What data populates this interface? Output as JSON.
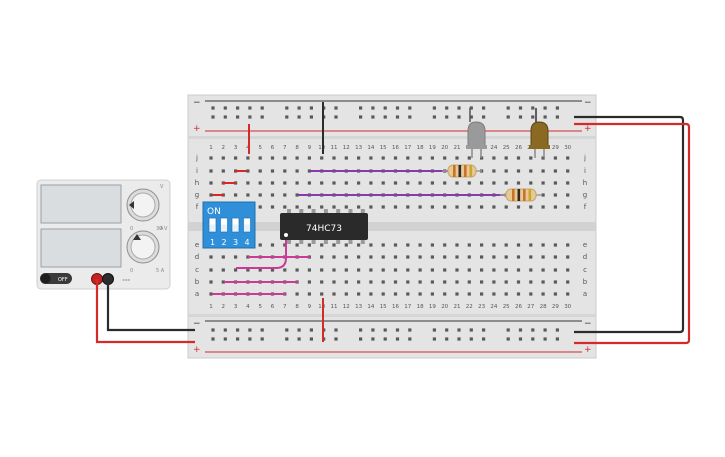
{
  "colors": {
    "board": "#e6e6e6",
    "board_edge": "#d0d0d0",
    "rail_red": "#d42a2a",
    "rail_black": "#333333",
    "hole": "#5a5a5a",
    "wire_red": "#d42a2a",
    "wire_black": "#2b2b2b",
    "wire_purple": "#8a3aa8",
    "wire_magenta": "#cc3a97",
    "dip_blue": "#2f8fd8",
    "chip": "#2a2a2a",
    "led_gray": "#9a9a9a",
    "led_amber": "#8a6a22",
    "psu_body": "#e9e9e9",
    "psu_screen": "#d6dadd"
  },
  "breadboard": {
    "rail_plus_label": "+",
    "rail_minus_label": "−",
    "column_numbers": [
      "1",
      "2",
      "3",
      "4",
      "5",
      "6",
      "7",
      "8",
      "9",
      "10",
      "11",
      "12",
      "13",
      "14",
      "15",
      "16",
      "17",
      "18",
      "19",
      "20",
      "21",
      "22",
      "23",
      "24",
      "25",
      "26",
      "27",
      "28",
      "29",
      "30"
    ],
    "top_row_letters": [
      "j",
      "i",
      "h",
      "g",
      "f"
    ],
    "bottom_row_letters": [
      "e",
      "d",
      "c",
      "b",
      "a"
    ]
  },
  "chip": {
    "label": "74HC73"
  },
  "dip_switch": {
    "on_label": "ON",
    "switch_numbers": [
      "1",
      "2",
      "3",
      "4"
    ]
  },
  "power_supply": {
    "off_label": "OFF",
    "voltage_max": "30 V",
    "current_max": "5 A",
    "voltage_unit": "V",
    "current_unit": "A",
    "zero_label": "0"
  },
  "resistors": [
    {
      "name": "resistor-1",
      "bands": [
        "#c8722a",
        "#2b2b2b",
        "#c8722a",
        "#c9a531"
      ]
    },
    {
      "name": "resistor-2",
      "bands": [
        "#c8722a",
        "#2b2b2b",
        "#c8722a",
        "#c9a531"
      ]
    }
  ],
  "leds": [
    {
      "name": "led-gray",
      "color": "#9a9a9a"
    },
    {
      "name": "led-amber",
      "color": "#8a6a22"
    }
  ]
}
